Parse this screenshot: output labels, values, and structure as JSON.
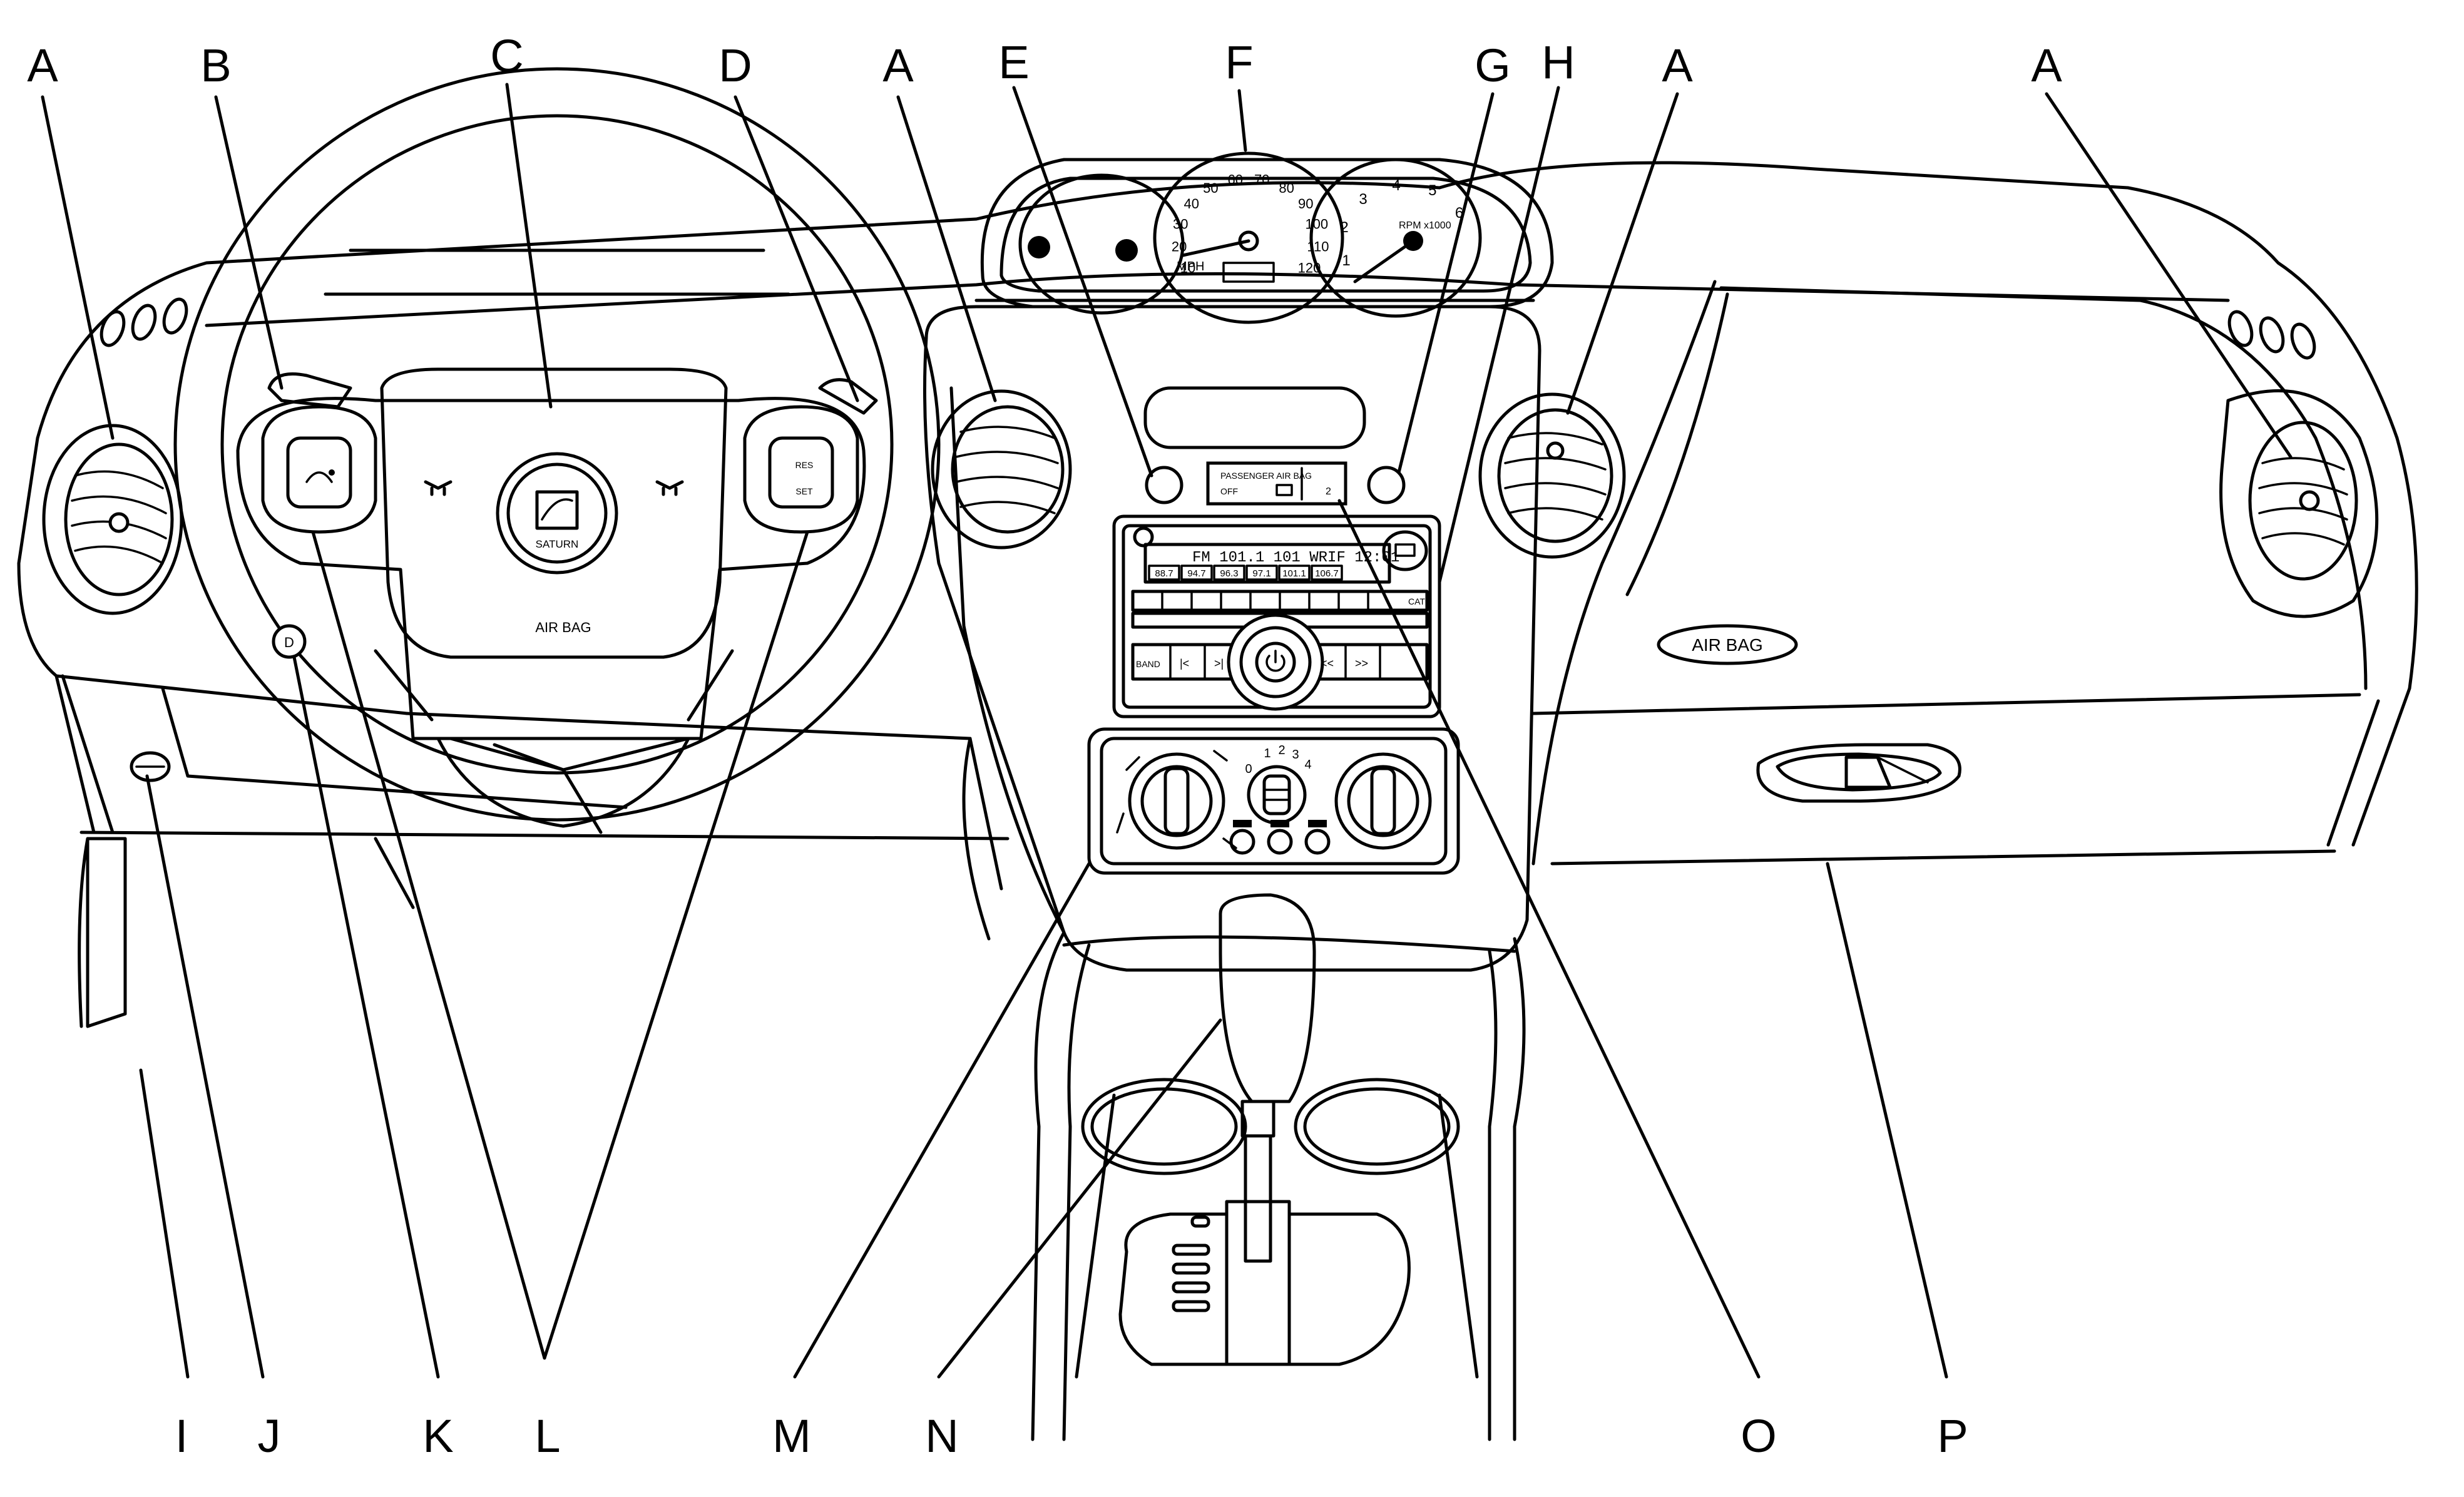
{
  "labels": {
    "A1": "A",
    "A2": "A",
    "A3": "A",
    "A4": "A",
    "B": "B",
    "C": "C",
    "D": "D",
    "E": "E",
    "F": "F",
    "G": "G",
    "H": "H",
    "I": "I",
    "J": "J",
    "K": "K",
    "L": "L",
    "M": "M",
    "N": "N",
    "O": "O",
    "P": "P"
  },
  "wheel": {
    "airbag_text": "AIR BAG",
    "logo_text": "SATURN",
    "res_label": "RES",
    "set_label": "SET"
  },
  "dash": {
    "airbag_text": "AIR BAG"
  },
  "passenger_airbag": {
    "title": "PASSENGER AIR BAG",
    "off": "OFF",
    "num": "2"
  },
  "radio": {
    "display": "FM 101.1  101 WRIF  12:01",
    "presets": [
      "88.7",
      "94.7",
      "96.3",
      "97.1",
      "101.1",
      "106.7"
    ],
    "band": "BAND",
    "cat": "CAT"
  },
  "cluster": {
    "speed_ticks": [
      "10",
      "20",
      "30",
      "40",
      "50",
      "60",
      "70",
      "80",
      "90",
      "100",
      "110",
      "120"
    ],
    "rpm_ticks": [
      "1",
      "2",
      "3",
      "4",
      "5",
      "6"
    ],
    "mph": "MPH",
    "rpm_unit": "RPM x1000"
  },
  "hvac": {
    "fan_ticks": [
      "0",
      "1",
      "2",
      "3",
      "4"
    ]
  }
}
